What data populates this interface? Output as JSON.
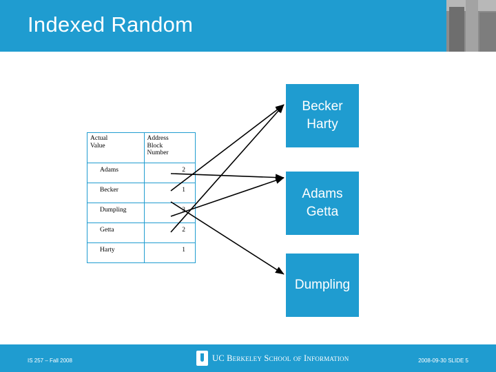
{
  "slide": {
    "title": "Indexed Random"
  },
  "table": {
    "headers": [
      "Actual Value",
      "Address Block Number"
    ],
    "header_lines": [
      [
        "Actual",
        "Value"
      ],
      [
        "Address",
        "Block",
        "Number"
      ]
    ],
    "rows": [
      {
        "name": "Adams",
        "block": "2"
      },
      {
        "name": "Becker",
        "block": "1"
      },
      {
        "name": "Dumpling",
        "block": "3"
      },
      {
        "name": "Getta",
        "block": "2"
      },
      {
        "name": "Harty",
        "block": "1"
      }
    ]
  },
  "blocks": [
    {
      "id": "block-1",
      "lines": [
        "Becker",
        "Harty"
      ]
    },
    {
      "id": "block-2",
      "lines": [
        "Adams",
        "Getta"
      ]
    },
    {
      "id": "block-3",
      "lines": [
        "Dumpling"
      ]
    }
  ],
  "footer": {
    "left": "IS 257 – Fall 2008",
    "logo": "UC Berkeley School of Information",
    "right": "2008-09-30 SLIDE 5"
  },
  "colors": {
    "accent": "#1f9cd0",
    "text_on_accent": "#ffffff",
    "body_text": "#000000"
  }
}
